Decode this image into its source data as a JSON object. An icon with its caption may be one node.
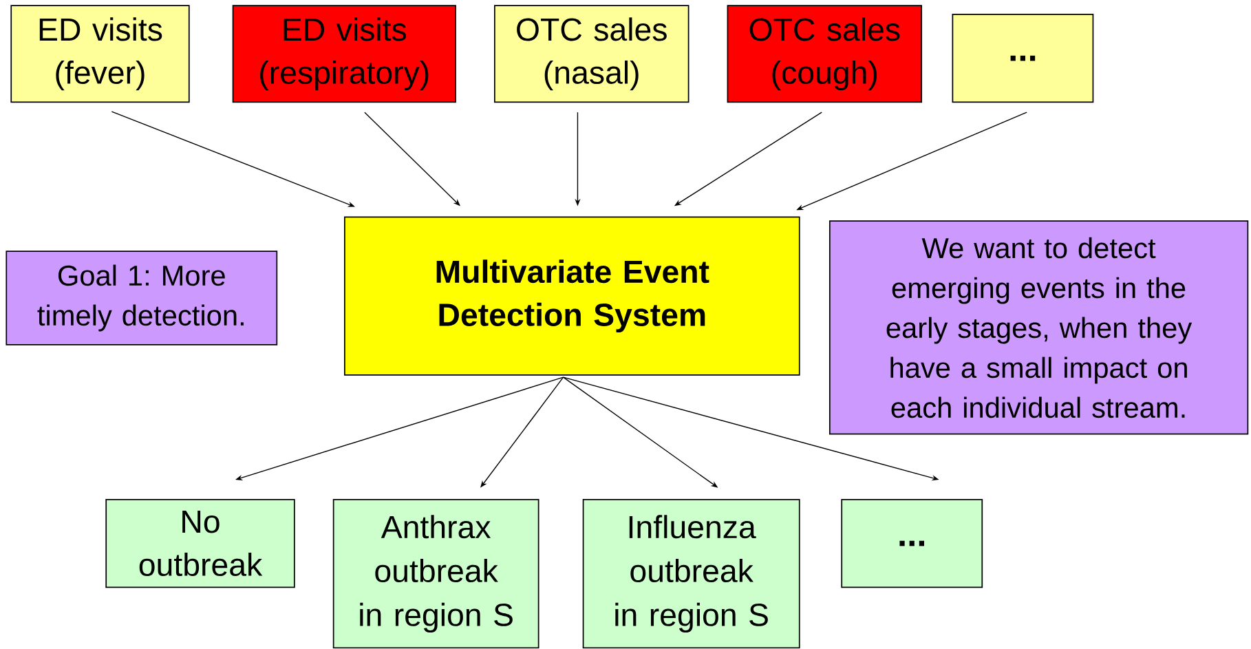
{
  "diagram": {
    "nodes": [
      {
        "text": [
          "ED visits (fever)"
        ]
      },
      {
        "text": [
          "ED visits (respiratory)"
        ]
      },
      {
        "text": [
          "OTC sales (nasal)"
        ]
      },
      {
        "text": [
          "OTC sales (cough)"
        ]
      },
      {
        "text": [
          "..."
        ]
      },
      {
        "text": [
          "Multivariate Event Detection System"
        ]
      },
      {
        "text": [
          "Goal 1: More timely detection."
        ]
      },
      {
        "text": [
          "We want to detect emerging events in the early stages, when they have a small impact on each individual stream."
        ]
      },
      {
        "text": [
          "No outbreak"
        ]
      },
      {
        "text": [
          "Anthrax outbreak in region S"
        ]
      },
      {
        "text": [
          "Influenza outbreak in region S"
        ]
      },
      {
        "text": [
          "..."
        ]
      }
    ],
    "edges": [
      {
        "from": 0,
        "to": 5,
        "arrow": "to"
      },
      {
        "from": 1,
        "to": 5,
        "arrow": "to"
      },
      {
        "from": 2,
        "to": 5,
        "arrow": "to"
      },
      {
        "from": 3,
        "to": 5,
        "arrow": "to"
      },
      {
        "from": 4,
        "to": 5,
        "arrow": "to"
      },
      {
        "from": 5,
        "to": 8,
        "arrow": "to"
      },
      {
        "from": 5,
        "to": 9,
        "arrow": "to"
      },
      {
        "from": 5,
        "to": 10,
        "arrow": "to"
      },
      {
        "from": 5,
        "to": 11,
        "arrow": "to"
      }
    ]
  }
}
